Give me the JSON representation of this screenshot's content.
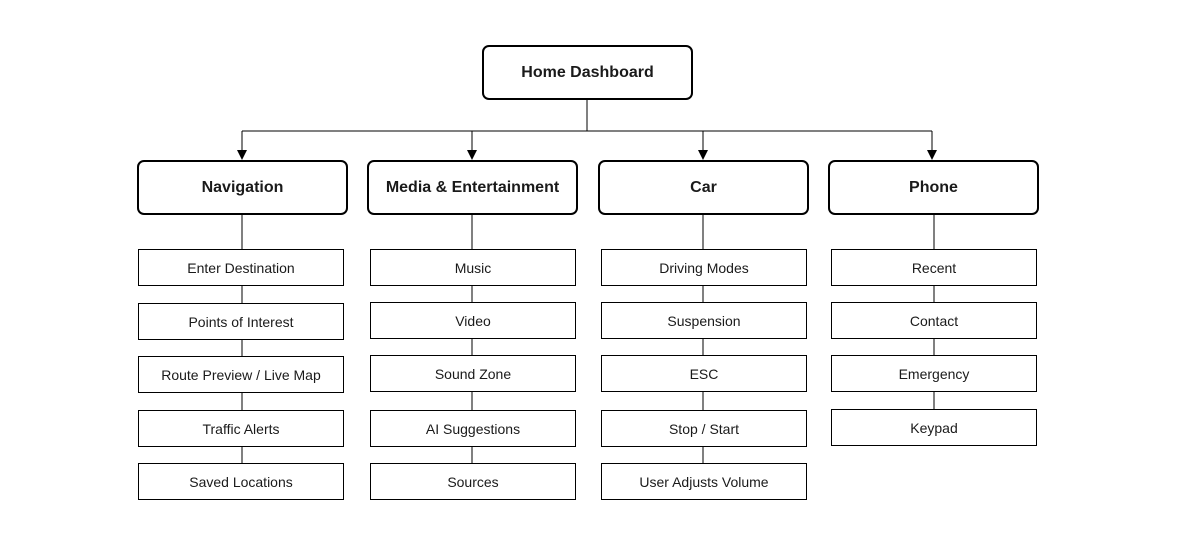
{
  "diagram": {
    "root": {
      "label": "Home Dashboard"
    },
    "categories": [
      {
        "label": "Navigation",
        "items": [
          "Enter Destination",
          "Points of Interest",
          "Route Preview / Live Map",
          "Traffic Alerts",
          "Saved Locations"
        ]
      },
      {
        "label": "Media & Entertainment",
        "items": [
          "Music",
          "Video",
          "Sound Zone",
          "AI Suggestions",
          "Sources"
        ]
      },
      {
        "label": "Car",
        "items": [
          "Driving Modes",
          "Suspension",
          "ESC",
          "Stop / Start",
          "User Adjusts Volume"
        ]
      },
      {
        "label": "Phone",
        "items": [
          "Recent",
          "Contact",
          "Emergency",
          "Keypad"
        ]
      }
    ]
  }
}
